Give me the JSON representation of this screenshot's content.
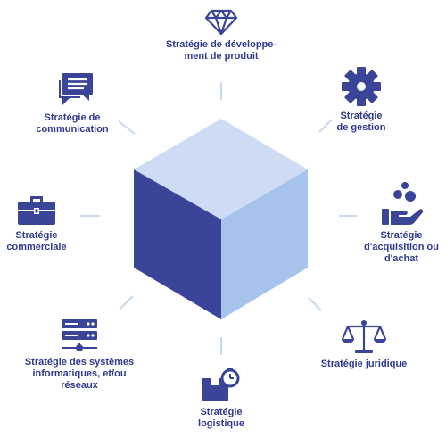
{
  "colors": {
    "primary": "#3b4597",
    "cube_top": "#cddcf4",
    "cube_left": "#3b4597",
    "cube_right": "#a6c3ec",
    "connector": "#c9d8ee"
  },
  "strategies": [
    {
      "label": "Stratégie de développe-\nment de produit",
      "icon": "diamond-icon"
    },
    {
      "label": "Stratégie\nde gestion",
      "icon": "gear-icon"
    },
    {
      "label": "Stratégie\nd'acquisition ou\nd'achat",
      "icon": "hand-coins-icon"
    },
    {
      "label": "Stratégie juridique",
      "icon": "scales-icon"
    },
    {
      "label": "Stratégie\nlogistique",
      "icon": "box-timer-icon"
    },
    {
      "label": "Stratégie des systèmes\ninformatiques, et/ou\nréseaux",
      "icon": "server-icon"
    },
    {
      "label": "Stratégie\ncommerciale",
      "icon": "briefcase-icon"
    },
    {
      "label": "Stratégie de\ncommunication",
      "icon": "chat-bubbles-icon"
    }
  ]
}
